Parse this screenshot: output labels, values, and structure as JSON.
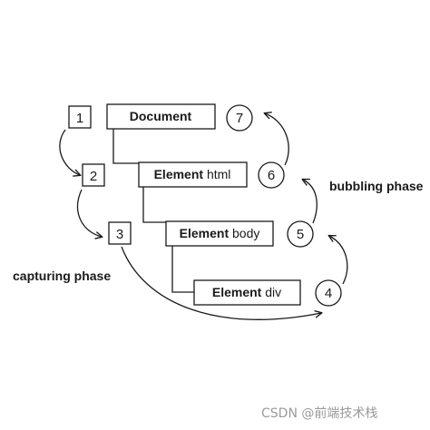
{
  "diagram": {
    "elements": [
      {
        "prefix": "Document",
        "suffix": ""
      },
      {
        "prefix": "Element",
        "suffix": " html"
      },
      {
        "prefix": "Element",
        "suffix": " body"
      },
      {
        "prefix": "Element",
        "suffix": " div"
      }
    ],
    "capture_steps": [
      "1",
      "2",
      "3"
    ],
    "bubble_steps": [
      "4",
      "5",
      "6",
      "7"
    ],
    "labels": {
      "capturing": "capturing phase",
      "bubbling": "bubbling phase"
    }
  },
  "watermark": "CSDN @前端技术栈",
  "colors": {
    "stroke": "#1a1a1a",
    "background": "#ffffff"
  }
}
